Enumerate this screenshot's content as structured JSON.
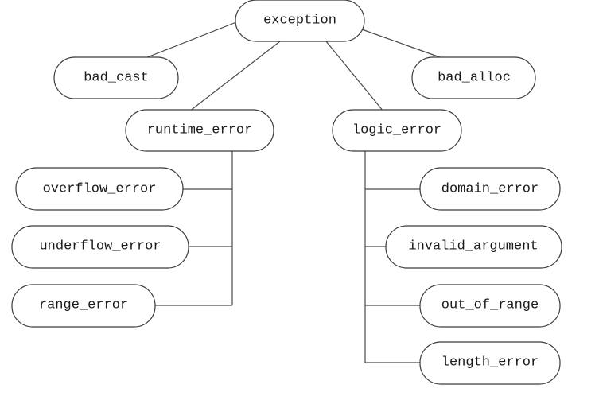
{
  "diagram": {
    "nodes": [
      {
        "id": "exception",
        "label": "exception"
      },
      {
        "id": "bad_cast",
        "label": "bad_cast"
      },
      {
        "id": "bad_alloc",
        "label": "bad_alloc"
      },
      {
        "id": "runtime_error",
        "label": "runtime_error"
      },
      {
        "id": "logic_error",
        "label": "logic_error"
      },
      {
        "id": "overflow_error",
        "label": "overflow_error"
      },
      {
        "id": "underflow_error",
        "label": "underflow_error"
      },
      {
        "id": "range_error",
        "label": "range_error"
      },
      {
        "id": "domain_error",
        "label": "domain_error"
      },
      {
        "id": "invalid_argument",
        "label": "invalid_argument"
      },
      {
        "id": "out_of_range",
        "label": "out_of_range"
      },
      {
        "id": "length_error",
        "label": "length_error"
      }
    ],
    "edges": [
      {
        "from": "exception",
        "to": "bad_cast"
      },
      {
        "from": "exception",
        "to": "bad_alloc"
      },
      {
        "from": "exception",
        "to": "runtime_error"
      },
      {
        "from": "exception",
        "to": "logic_error"
      },
      {
        "from": "runtime_error",
        "to": "overflow_error"
      },
      {
        "from": "runtime_error",
        "to": "underflow_error"
      },
      {
        "from": "runtime_error",
        "to": "range_error"
      },
      {
        "from": "logic_error",
        "to": "domain_error"
      },
      {
        "from": "logic_error",
        "to": "invalid_argument"
      },
      {
        "from": "logic_error",
        "to": "out_of_range"
      },
      {
        "from": "logic_error",
        "to": "length_error"
      }
    ]
  }
}
